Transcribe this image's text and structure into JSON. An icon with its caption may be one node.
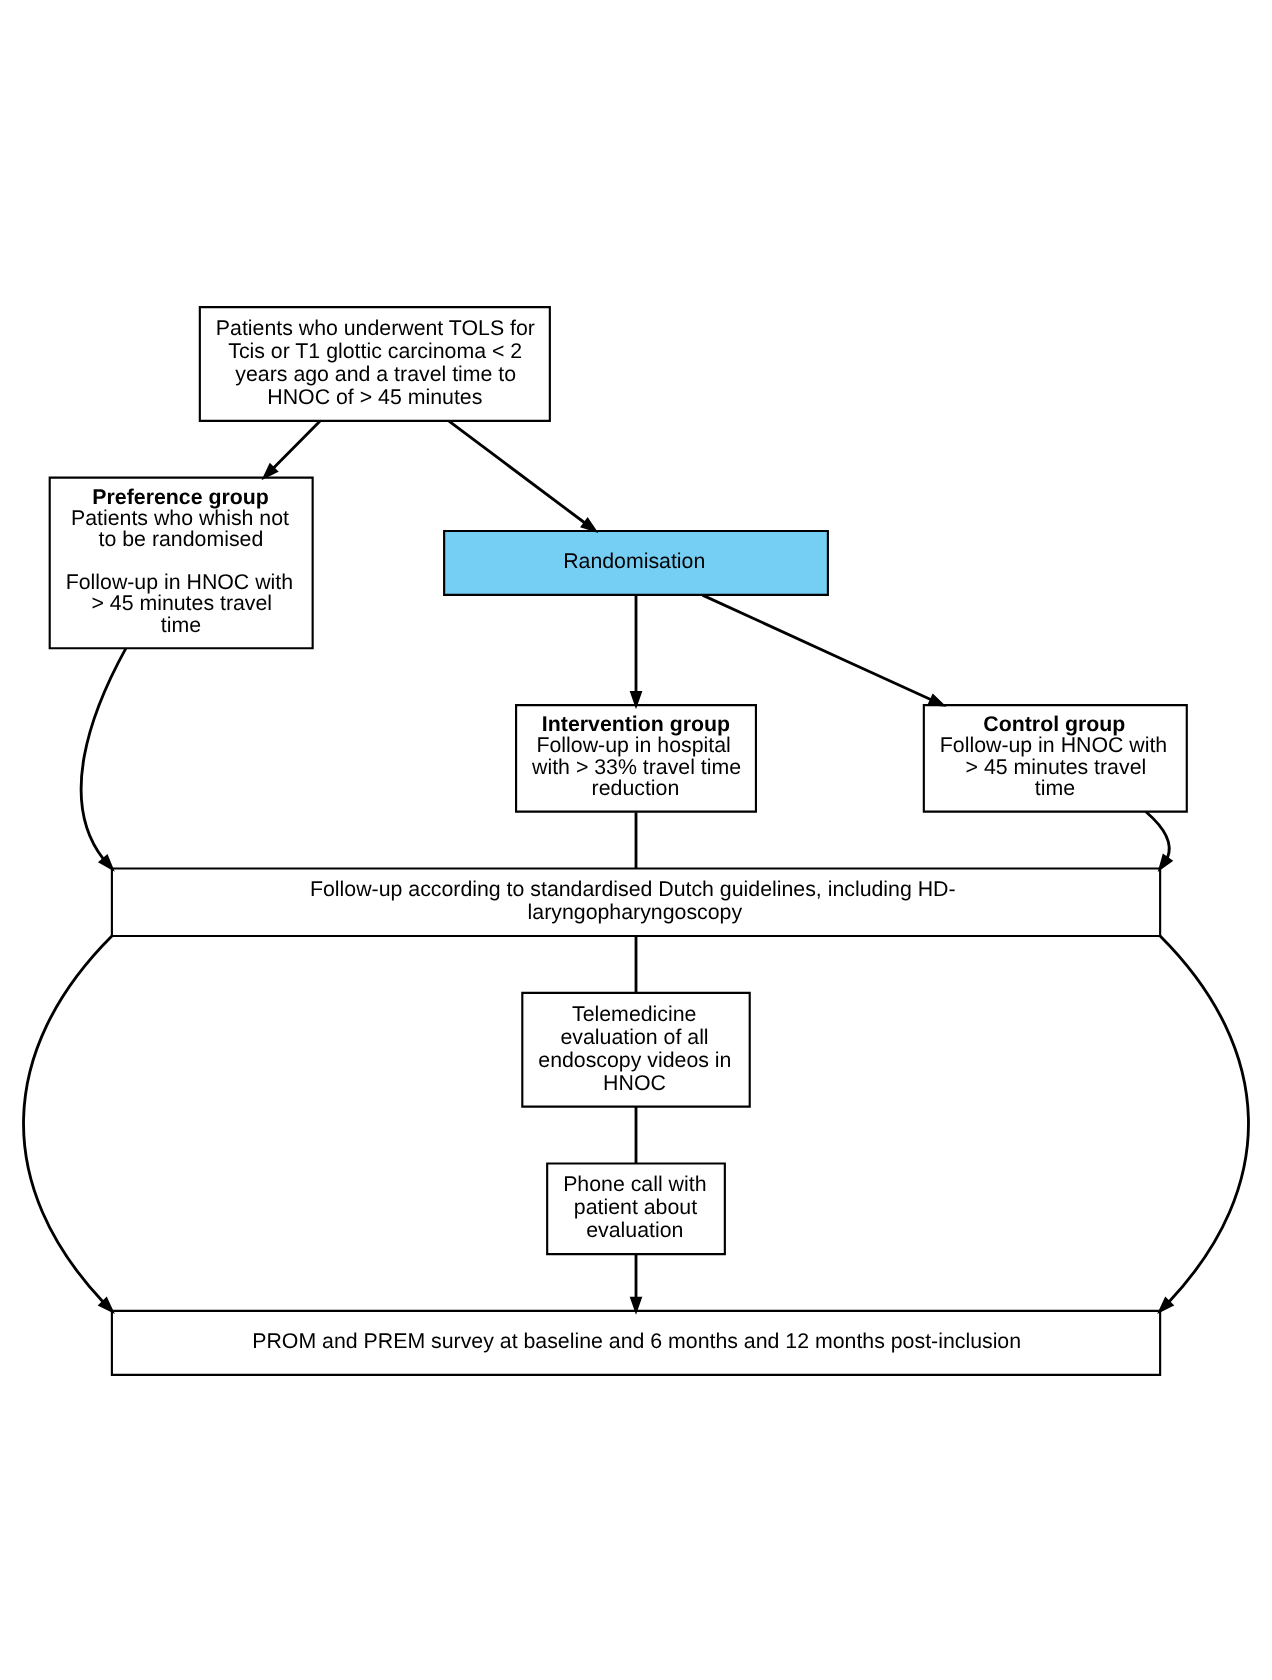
{
  "diagram": {
    "nodes": [
      {
        "text": [
          "Patients who underwent TOLS for Tcis or T1 glottic carcinoma < 2 years ago and a travel time to HNOC of > 45 minutes"
        ]
      },
      {
        "text": [
          "Randomisation"
        ]
      },
      {
        "text": [
          "Preference group",
          "Patients who whish not to be randomised",
          "Follow-up in HNOC with > 45 minutes travel time"
        ]
      },
      {
        "text": [
          "Intervention group",
          "Follow-up in hospital with > 33% travel time reduction"
        ]
      },
      {
        "text": [
          "Control group",
          "Follow-up in HNOC with > 45 minutes travel time"
        ]
      },
      {
        "text": [
          "Follow-up according to standardised Dutch guidelines, including HD-laryngopharyngoscopy"
        ]
      },
      {
        "text": [
          "Telemedicine evaluation of all endoscopy videos in HNOC"
        ]
      },
      {
        "text": [
          "Phone call with patient about evaluation"
        ]
      },
      {
        "text": [
          "PROM and PREM survey at baseline and 6 months and 12 months post-inclusion"
        ]
      }
    ],
    "edges": [
      {
        "from": 0,
        "to": 2,
        "arrow": "to"
      },
      {
        "from": 0,
        "to": 1,
        "arrow": "to"
      },
      {
        "from": 1,
        "to": 3,
        "arrow": "to"
      },
      {
        "from": 1,
        "to": 4,
        "arrow": "to"
      },
      {
        "from": 2,
        "to": 5,
        "arrow": "to"
      },
      {
        "from": 3,
        "to": 5,
        "arrow": "none"
      },
      {
        "from": 4,
        "to": 5,
        "arrow": "to"
      },
      {
        "from": 5,
        "to": 8,
        "arrow": "to"
      },
      {
        "from": 5,
        "to": 6,
        "arrow": "none"
      },
      {
        "from": 6,
        "to": 7,
        "arrow": "none"
      },
      {
        "from": 7,
        "to": 8,
        "arrow": "to"
      },
      {
        "from": 5,
        "to": 8,
        "arrow": "to"
      }
    ]
  }
}
